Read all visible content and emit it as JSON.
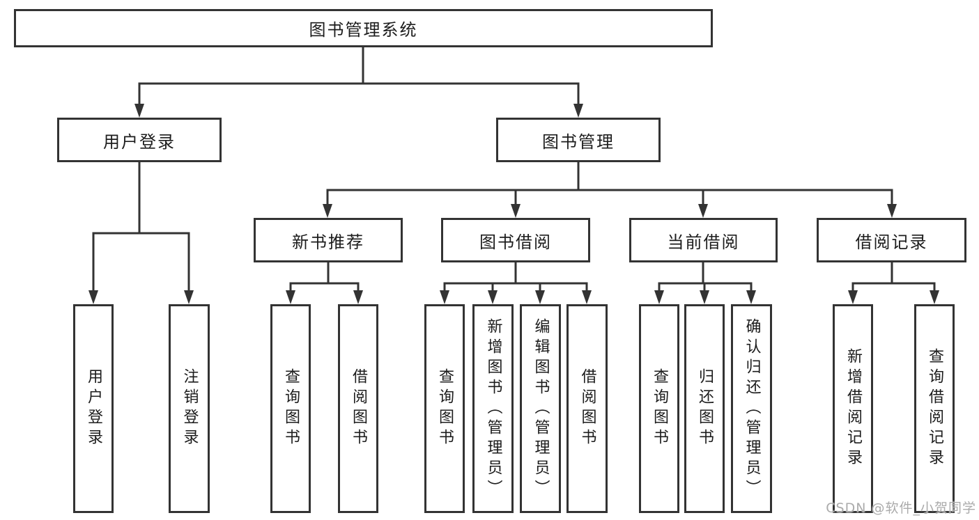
{
  "tree": {
    "label": "图书管理系统",
    "children": [
      {
        "label": "用户登录",
        "children": [
          {
            "label": "用户登录"
          },
          {
            "label": "注销登录"
          }
        ]
      },
      {
        "label": "图书管理",
        "children": [
          {
            "label": "新书推荐",
            "children": [
              {
                "label": "查询图书"
              },
              {
                "label": "借阅图书"
              }
            ]
          },
          {
            "label": "图书借阅",
            "children": [
              {
                "label": "查询图书"
              },
              {
                "label": "新增图书（管理员）"
              },
              {
                "label": "编辑图书（管理员）"
              },
              {
                "label": "借阅图书"
              }
            ]
          },
          {
            "label": "当前借阅",
            "children": [
              {
                "label": "查询图书"
              },
              {
                "label": "归还图书"
              },
              {
                "label": "确认归还（管理员）"
              }
            ]
          },
          {
            "label": "借阅记录",
            "children": [
              {
                "label": "新增借阅记录"
              },
              {
                "label": "查询借阅记录"
              }
            ]
          }
        ]
      }
    ]
  },
  "watermark": "CSDN @软件_小贺同学",
  "colors": {
    "line": "#333333",
    "text": "#1c1c1c",
    "box_fill": "#ffffff",
    "watermark": "#ababab",
    "background": "#ffffff"
  }
}
